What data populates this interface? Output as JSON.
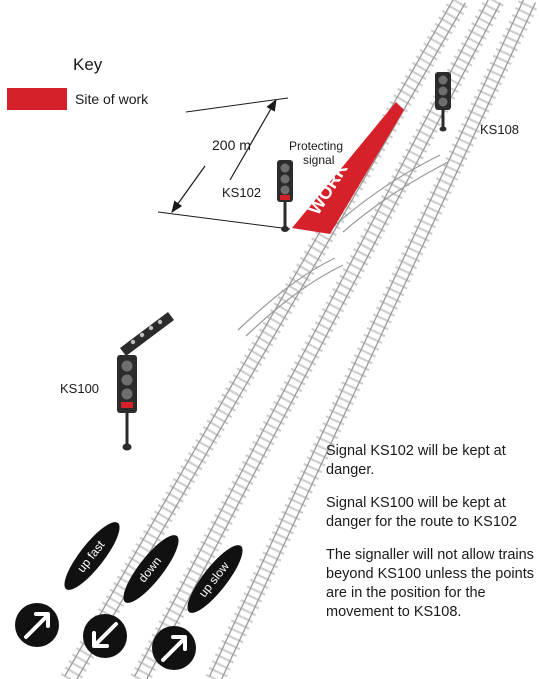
{
  "key": {
    "title": "Key",
    "item_label": "Site of work",
    "item_color": "#d6202a"
  },
  "work_area": {
    "label": "WORK",
    "distance_label": "200 m",
    "protecting_label_line1": "Protecting",
    "protecting_label_line2": "signal"
  },
  "signals": {
    "ks102": "KS102",
    "ks108": "KS108",
    "ks100": "KS100"
  },
  "lines": {
    "up_fast": "up fast",
    "down": "down",
    "up_slow": "up slow"
  },
  "notes": [
    "Signal KS102 will be kept at danger.",
    "Signal KS100 will be kept at danger for the route to KS102",
    "The signaller will not allow trains beyond KS100 unless the points are in the position for the movement to KS108."
  ],
  "colors": {
    "danger_red": "#d6202a",
    "rail": "#9a9a9a",
    "sleeper": "#c8c8c8",
    "signal_head": "#2b2b2b"
  },
  "icons": [
    "arrow-up-right-icon",
    "arrow-down-left-icon",
    "arrow-up-right-icon"
  ]
}
